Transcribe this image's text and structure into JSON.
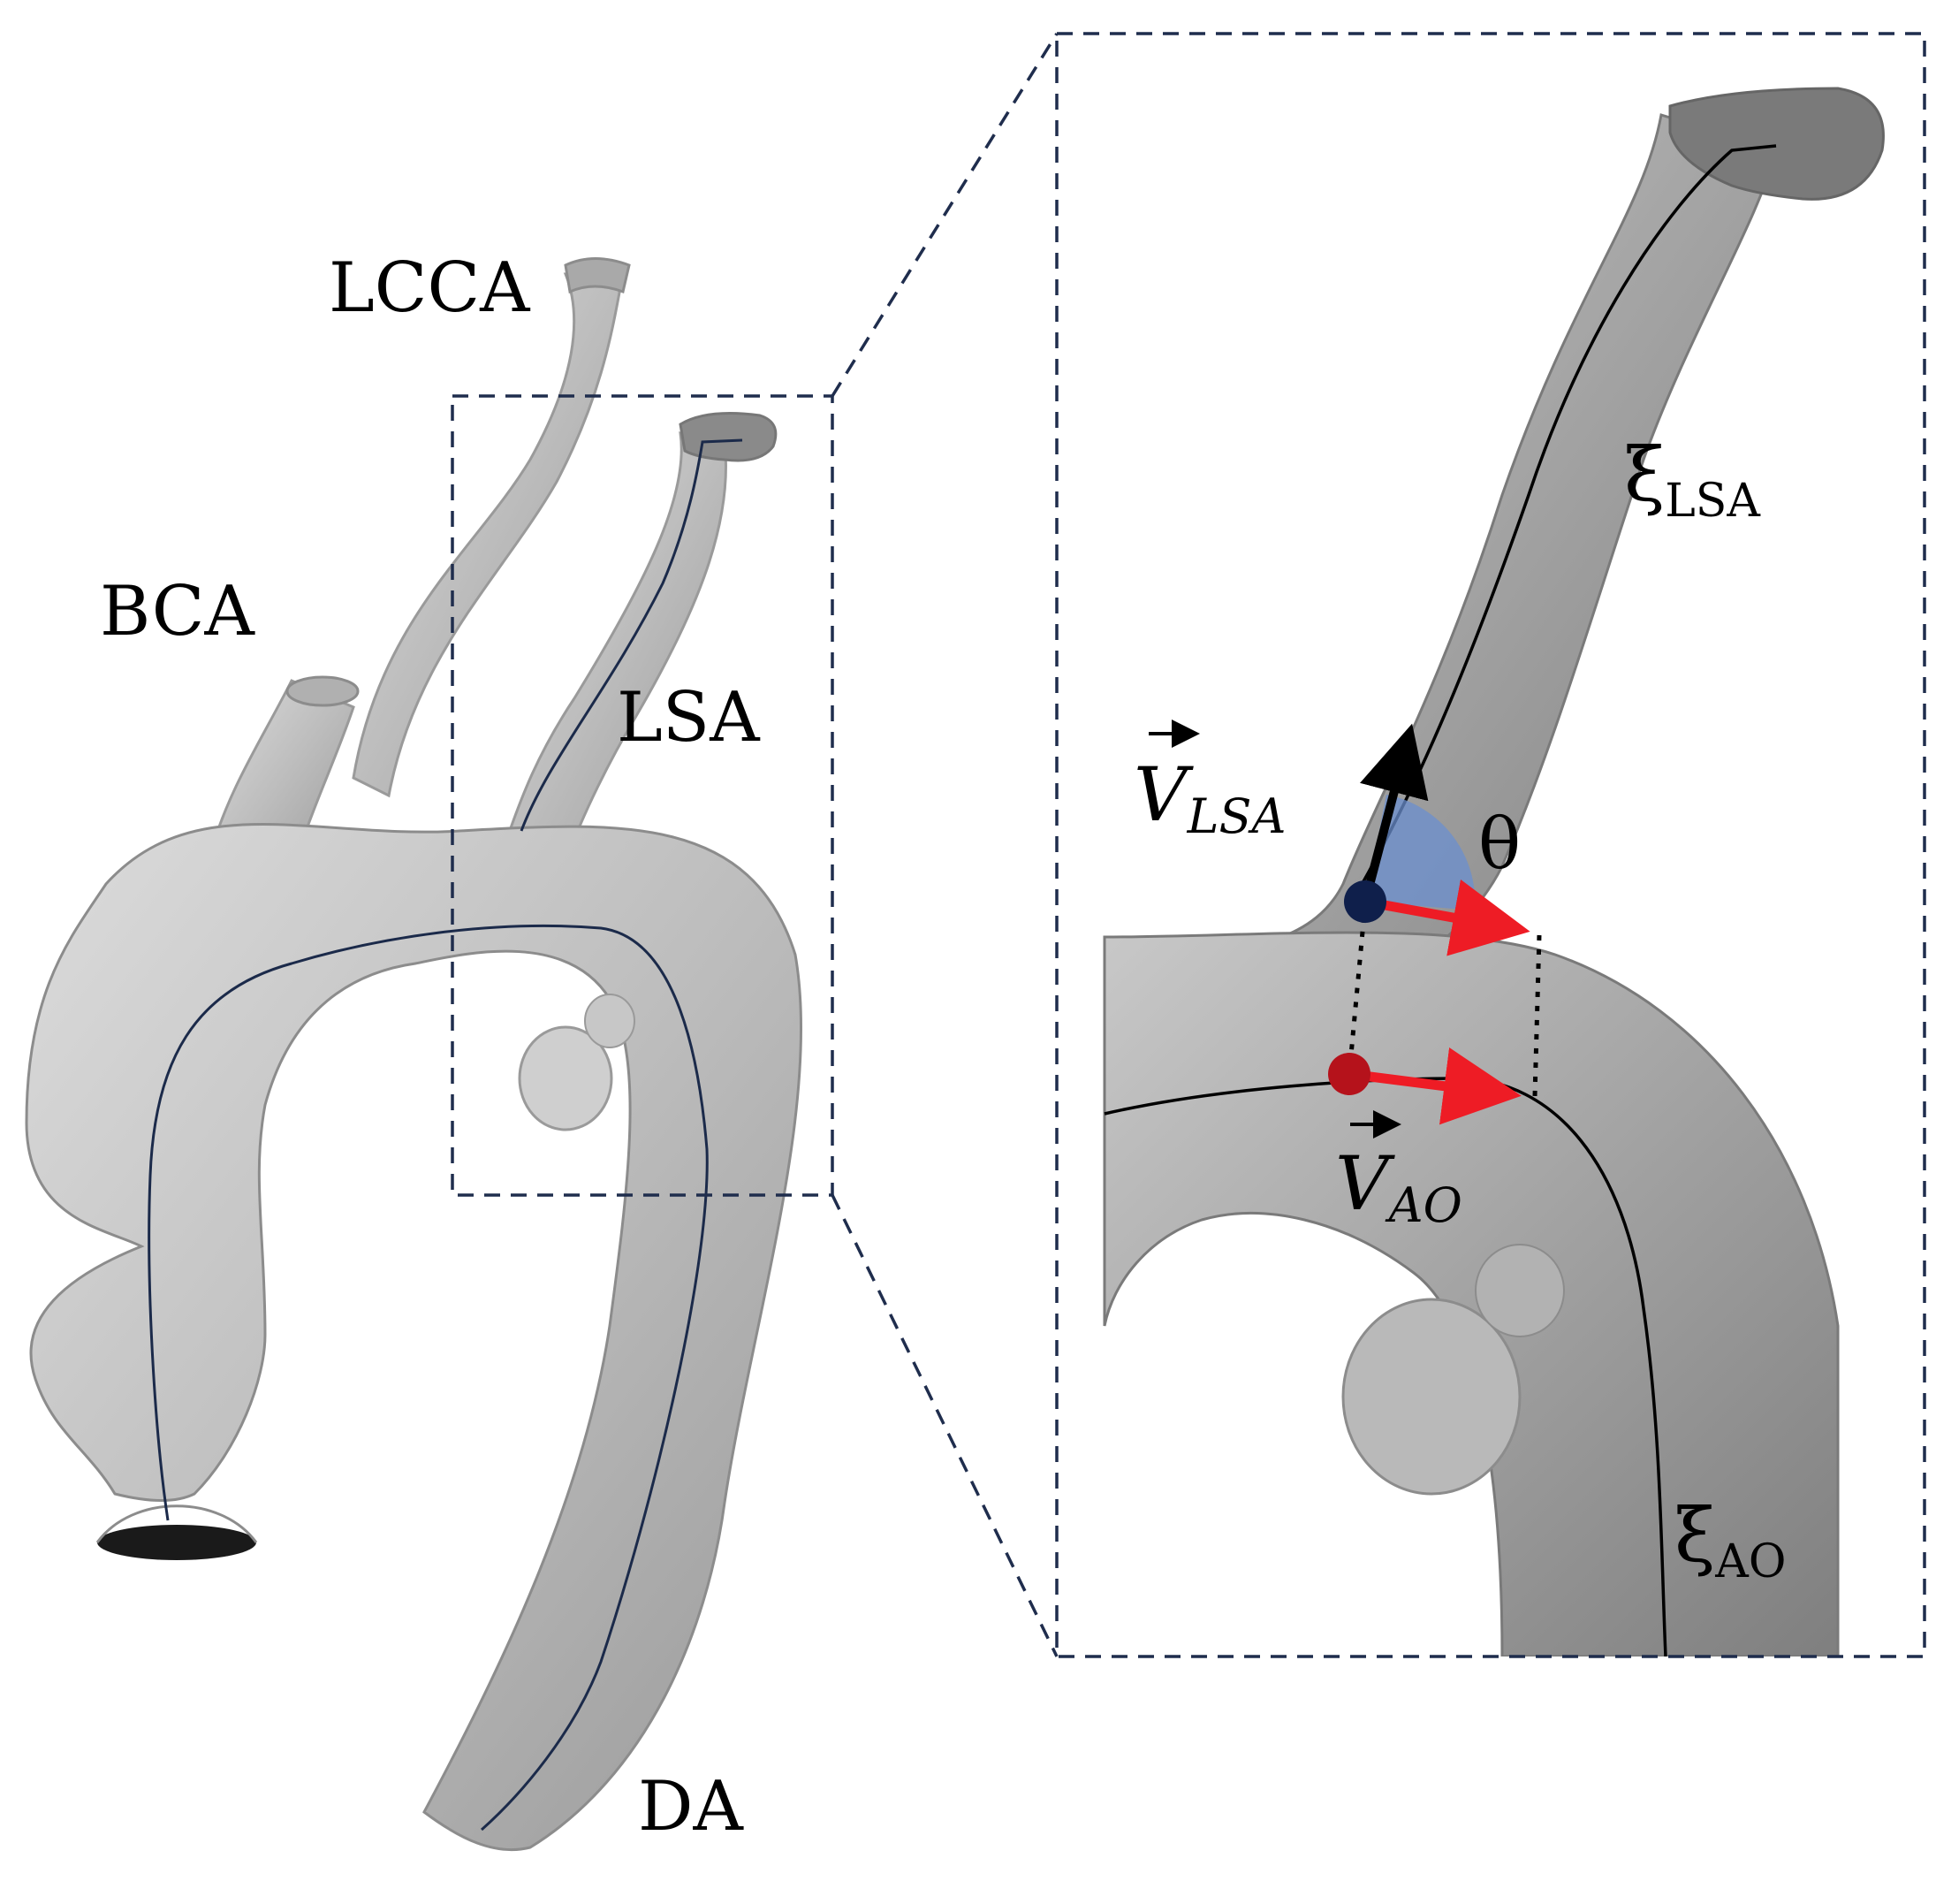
{
  "left_labels": {
    "lcca": "LCCA",
    "bca": "BCA",
    "lsa": "LSA",
    "da": "DA"
  },
  "inset_labels": {
    "xi_lsa_symbol": "ξ",
    "xi_lsa_sub": "LSA",
    "xi_ao_symbol": "ξ",
    "xi_ao_sub": "AO",
    "v_lsa_symbol": "V",
    "v_lsa_sub": "LSA",
    "v_ao_symbol": "V",
    "v_ao_sub": "AO",
    "angle": "θ"
  },
  "colors": {
    "vessel_fill": "#c4c4c4",
    "vessel_inset_fill": "#a6a6a6",
    "vessel_edge": "#8c8c8c",
    "centerline_left": "#1b2a4a",
    "centerline_inset": "#000000",
    "frame_dash": "#1f2d4d",
    "point_lsa": "#0f1f4b",
    "point_ao": "#b5121b",
    "vector_red": "#ee1c25",
    "vector_black": "#000000",
    "angle_fill": "#6b8fcf"
  }
}
